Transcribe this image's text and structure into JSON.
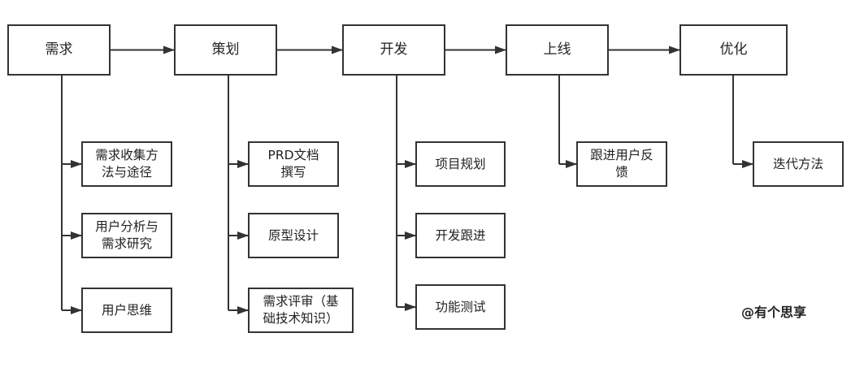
{
  "stages": [
    {
      "label": "需求",
      "items": [
        "需求收集方\n法与途径",
        "用户分析与\n需求研究",
        "用户思维"
      ]
    },
    {
      "label": "策划",
      "items": [
        "PRD文档\n撰写",
        "原型设计",
        "需求评审（基\n础技术知识）"
      ]
    },
    {
      "label": "开发",
      "items": [
        "项目规划",
        "开发跟进",
        "功能测试"
      ]
    },
    {
      "label": "上线",
      "items": [
        "跟进用户反\n馈"
      ]
    },
    {
      "label": "优化",
      "items": [
        "迭代方法"
      ]
    }
  ],
  "watermark": "@有个思享",
  "colors": {
    "line": "#333333",
    "box_border": "#333333",
    "text": "#222222"
  }
}
